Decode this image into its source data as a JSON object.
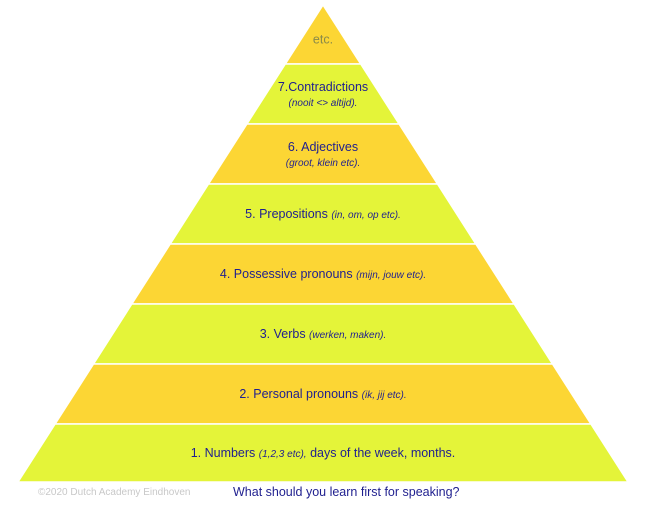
{
  "colors": {
    "yellow": "#fcd634",
    "lime": "#e4f439",
    "text": "#1f1f8f",
    "top_text": "#8a8a4a",
    "copyright": "#c8c8c8"
  },
  "tiers": [
    {
      "main": "etc.",
      "note": "",
      "layout": "single",
      "color": "yellow"
    },
    {
      "main": "7.Contradictions",
      "note": "(nooit <> altijd).",
      "layout": "stacked",
      "color": "lime"
    },
    {
      "main": "6. Adjectives",
      "note": "(groot, klein etc).",
      "layout": "stacked",
      "color": "yellow"
    },
    {
      "main": "5. Prepositions",
      "note": "(in, om, op etc).",
      "layout": "inline",
      "color": "lime"
    },
    {
      "main": "4. Possessive pronouns",
      "note": "(mijn, jouw etc).",
      "layout": "inline",
      "color": "yellow"
    },
    {
      "main": "3. Verbs",
      "note": "(werken, maken).",
      "layout": "inline",
      "color": "lime"
    },
    {
      "main": "2. Personal pronouns",
      "note": "(ik, jij etc).",
      "layout": "inline",
      "color": "yellow"
    },
    {
      "main": "1. Numbers",
      "note": "(1,2,3 etc),",
      "tail": "days of the week, months.",
      "layout": "inline",
      "color": "lime"
    }
  ],
  "copyright": "©2020 Dutch Academy Eindhoven",
  "caption": "What should you learn first for speaking?"
}
